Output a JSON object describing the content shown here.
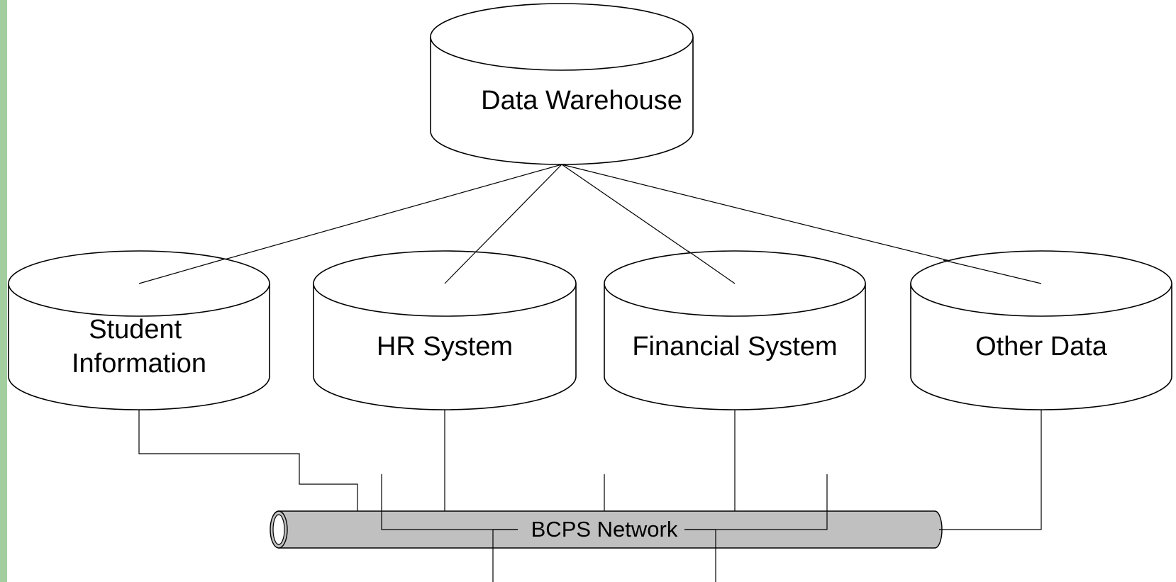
{
  "colors": {
    "left_strip": "#a3cfa0",
    "pipe_fill": "#c0c0c0",
    "stroke": "#000000",
    "background": "#ffffff"
  },
  "diagram": {
    "warehouse": {
      "label": "Data Warehouse"
    },
    "sources": [
      {
        "id": "student",
        "label_lines": [
          "Student",
          "Information"
        ]
      },
      {
        "id": "hr",
        "label_lines": [
          "HR System"
        ]
      },
      {
        "id": "financial",
        "label_lines": [
          "Financial System"
        ]
      },
      {
        "id": "other",
        "label_lines": [
          "Other Data"
        ]
      }
    ],
    "network": {
      "label": "BCPS Network"
    }
  }
}
